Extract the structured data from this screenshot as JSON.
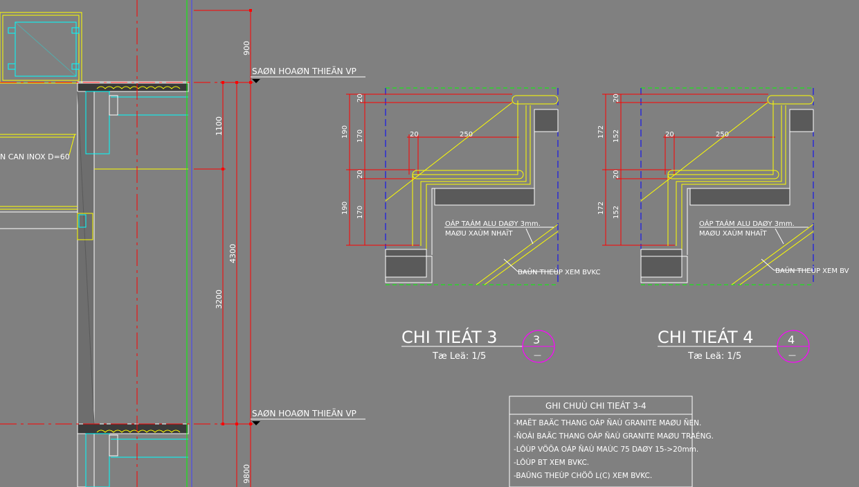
{
  "colors": {
    "background": "#808080",
    "white": "#ffffff",
    "yellow": "#ffff00",
    "cyan": "#00ffff",
    "red": "#ff0000",
    "blue": "#0000ff",
    "green": "#00ff00",
    "magenta": "#ff00ff",
    "dark": "#3a3a3a"
  },
  "left_section": {
    "level_label_top": "SAØN HOAØN THIEÄN VP",
    "level_label_bottom": "SAØN HOAØN THIEÄN VP",
    "railing_label": "N CAN INOX D=60",
    "dims": {
      "d900": "900",
      "d1100": "1100",
      "d4300": "4300",
      "d3200": "3200",
      "d9800": "9800"
    }
  },
  "detail3": {
    "title": "CHI TIEÁT 3",
    "scale": "Tæ Leä: 1/5",
    "bubble_number": "3",
    "bubble_sheet": "—",
    "dims": {
      "h190a": "190",
      "h190b": "190",
      "h20a": "20",
      "h170a": "170",
      "h20b": "20",
      "h170b": "170",
      "w20": "20",
      "w250": "250"
    },
    "note1_line1": "OÁP TAÁM ALU DAØY 3mm.",
    "note1_line2": "MAØU XAÙM NHAÏT",
    "note2": "BAÛN THEÙP XEM BVKC"
  },
  "detail4": {
    "title": "CHI TIEÁT 4",
    "scale": "Tæ Leä: 1/5",
    "bubble_number": "4",
    "bubble_sheet": "—",
    "dims": {
      "h172a": "172",
      "h172b": "172",
      "h20a": "20",
      "h152a": "152",
      "h20b": "20",
      "h152b": "152",
      "w20": "20",
      "w250": "250"
    },
    "note1_line1": "OÁP TAÁM ALU DAØY 3mm.",
    "note1_line2": "MAØU XAÙM NHAÏT",
    "note2": "BAÛN THEÙP XEM BV"
  },
  "notes_box": {
    "title": "GHI CHUÙ CHI TIEÁT 3-4",
    "lines": [
      "-MAËT BAÄC THANG OÁP ÑAÙ GRANITE MAØU ÑEN.",
      "-ÑOÁI BAÄC THANG OÁP ÑAÙ GRANITE MAØU TRAÉNG.",
      "-LÔÙP VÖÕA OÁP ÑAÙ MAÙC 75 DAØY 15->20mm.",
      "-LÔÙP BT XEM BVKC.",
      "-BAÛNG THEÙP CHÖÕ L(C) XEM BVKC."
    ]
  }
}
